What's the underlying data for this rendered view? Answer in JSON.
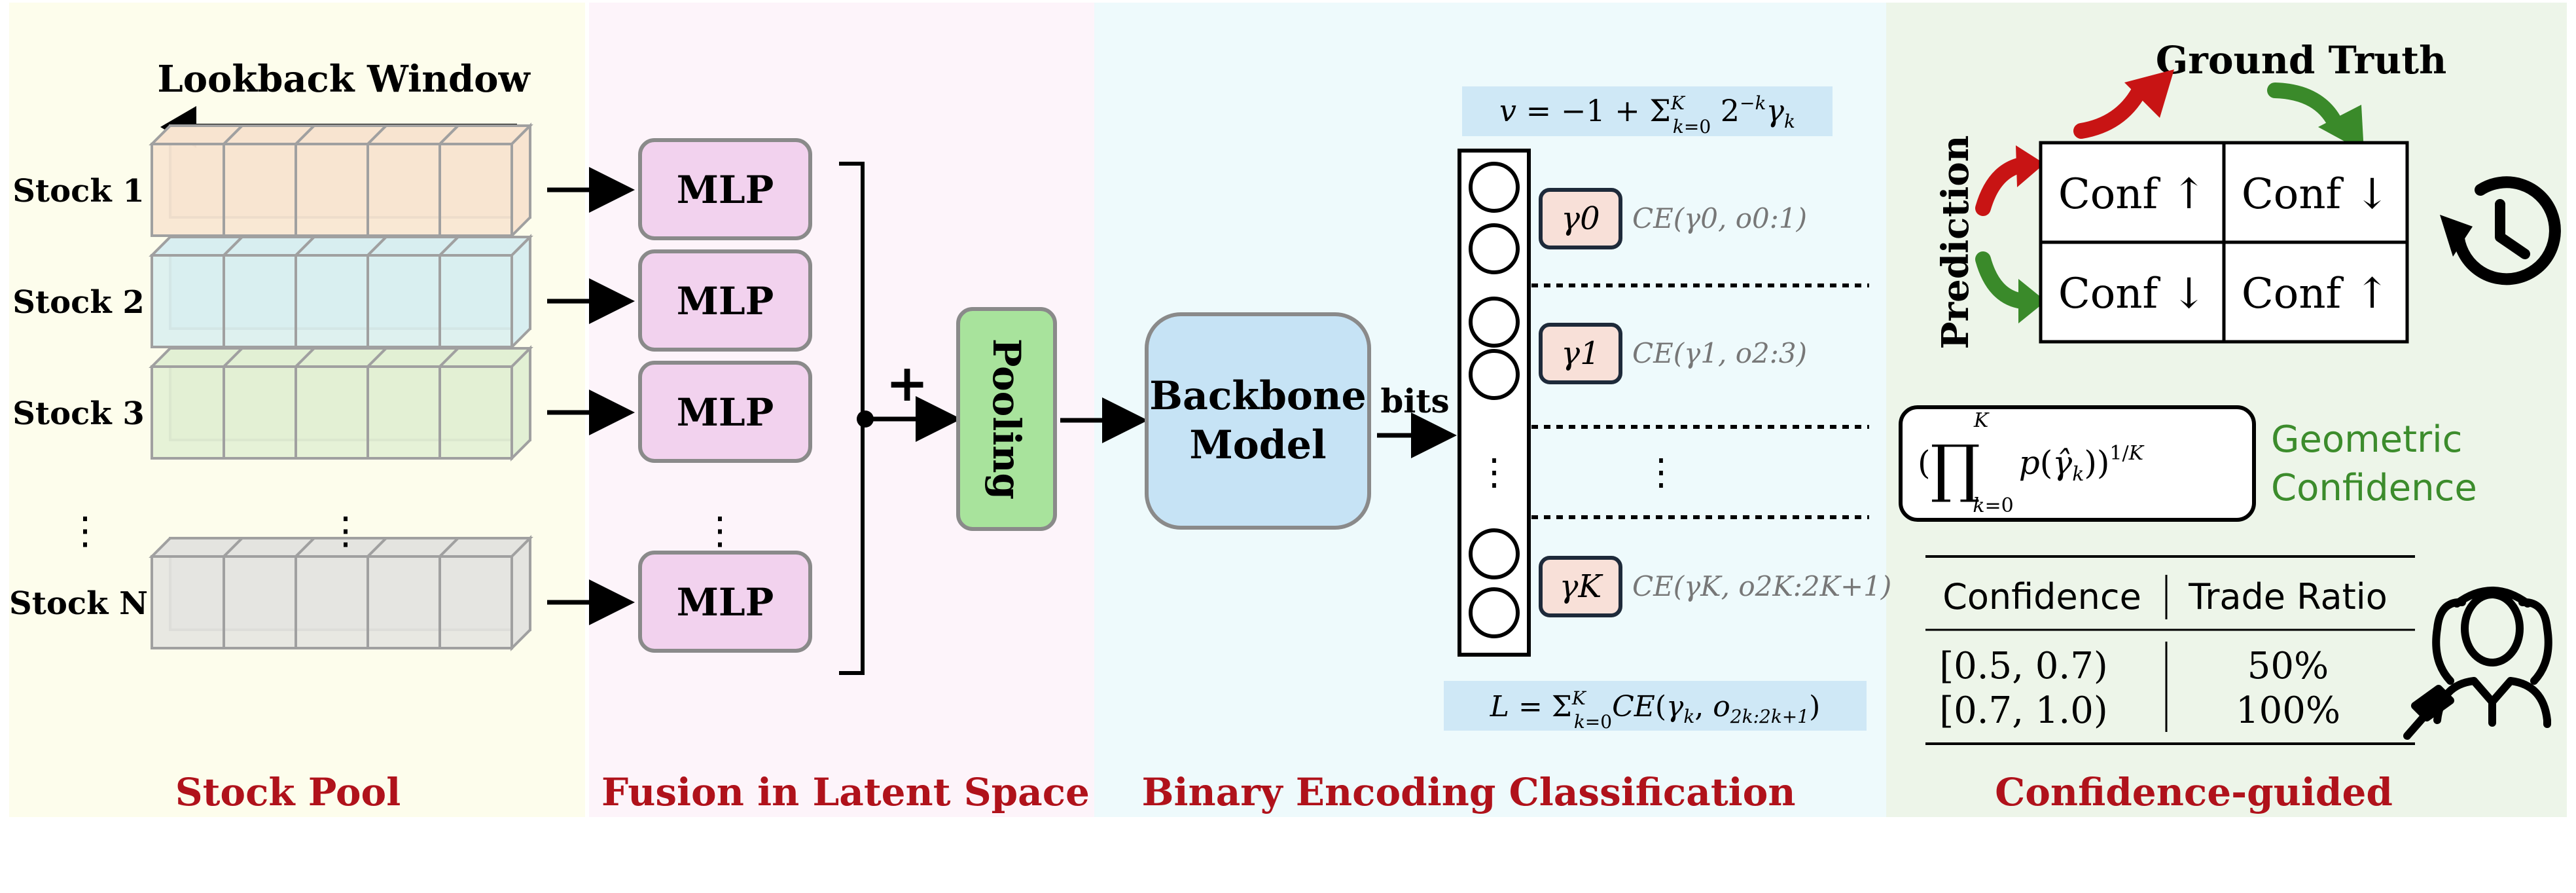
{
  "panels": {
    "stock_pool": {
      "title": "Stock Pool",
      "lookback_label": "Lookback Window",
      "stocks": [
        {
          "label": "Stock 1",
          "color": "#f8e4d0"
        },
        {
          "label": "Stock 2",
          "color": "#d8eef0"
        },
        {
          "label": "Stock 3",
          "color": "#e2f0d4"
        },
        {
          "label": "Stock N",
          "color": "#e4e4e0"
        }
      ],
      "ellipsis": "⋮"
    },
    "fusion": {
      "title": "Fusion in Latent Space",
      "mlp_label": "MLP",
      "plus_label": "+",
      "pooling_label": "Pooling"
    },
    "binary": {
      "title": "Binary Encoding Classification",
      "backbone_line1": "Backbone",
      "backbone_line2": "Model",
      "bits_label": "bits",
      "top_formula": "v = −1 + Σ_{k=0}^{K} 2^{−k} γ_k",
      "bottom_formula": "L = Σ_{k=0}^{K} CE(γ_k, o_{2k:2k+1})",
      "gammas": [
        {
          "label": "γ0",
          "ce": "CE(γ0, o0:1)"
        },
        {
          "label": "γ1",
          "ce": "CE(γ1, o2:3)"
        },
        {
          "label": "γK",
          "ce": "CE(γK, o2K:2K+1)"
        }
      ],
      "ellipsis": "⋮"
    },
    "confidence": {
      "title": "Confidence-guided",
      "ground_truth_label": "Ground Truth",
      "prediction_label": "Prediction",
      "matrix": [
        [
          "Conf ↑",
          "Conf ↓"
        ],
        [
          "Conf ↓",
          "Conf ↑"
        ]
      ],
      "geo_formula": "(∏_{k=0}^{K} p(γ̂_k))^{1/K}",
      "geo_label_line1": "Geometric",
      "geo_label_line2": "Confidence",
      "table": {
        "headers": [
          "Confidence",
          "Trade Ratio"
        ],
        "rows": [
          [
            "[0.5, 0.7)",
            "50%"
          ],
          [
            "[0.7, 1.0)",
            "100%"
          ]
        ]
      }
    }
  },
  "colors": {
    "panel1_bg": "#fdfdec",
    "panel2_bg": "#fdf4fa",
    "panel3_bg": "#eefafc",
    "panel4_bg": "#edf5e9",
    "mlp_fill": "#f2d2ee",
    "pooling_fill": "#a8e39c",
    "backbone_fill": "#c6e3f5",
    "gamma_fill": "#f8e0d8",
    "formula_bg": "#cfe8f6",
    "title_red": "#b0121b",
    "green_text": "#3c8c2c",
    "red_arrow": "#c81414",
    "green_arrow": "#3a8a2a"
  }
}
